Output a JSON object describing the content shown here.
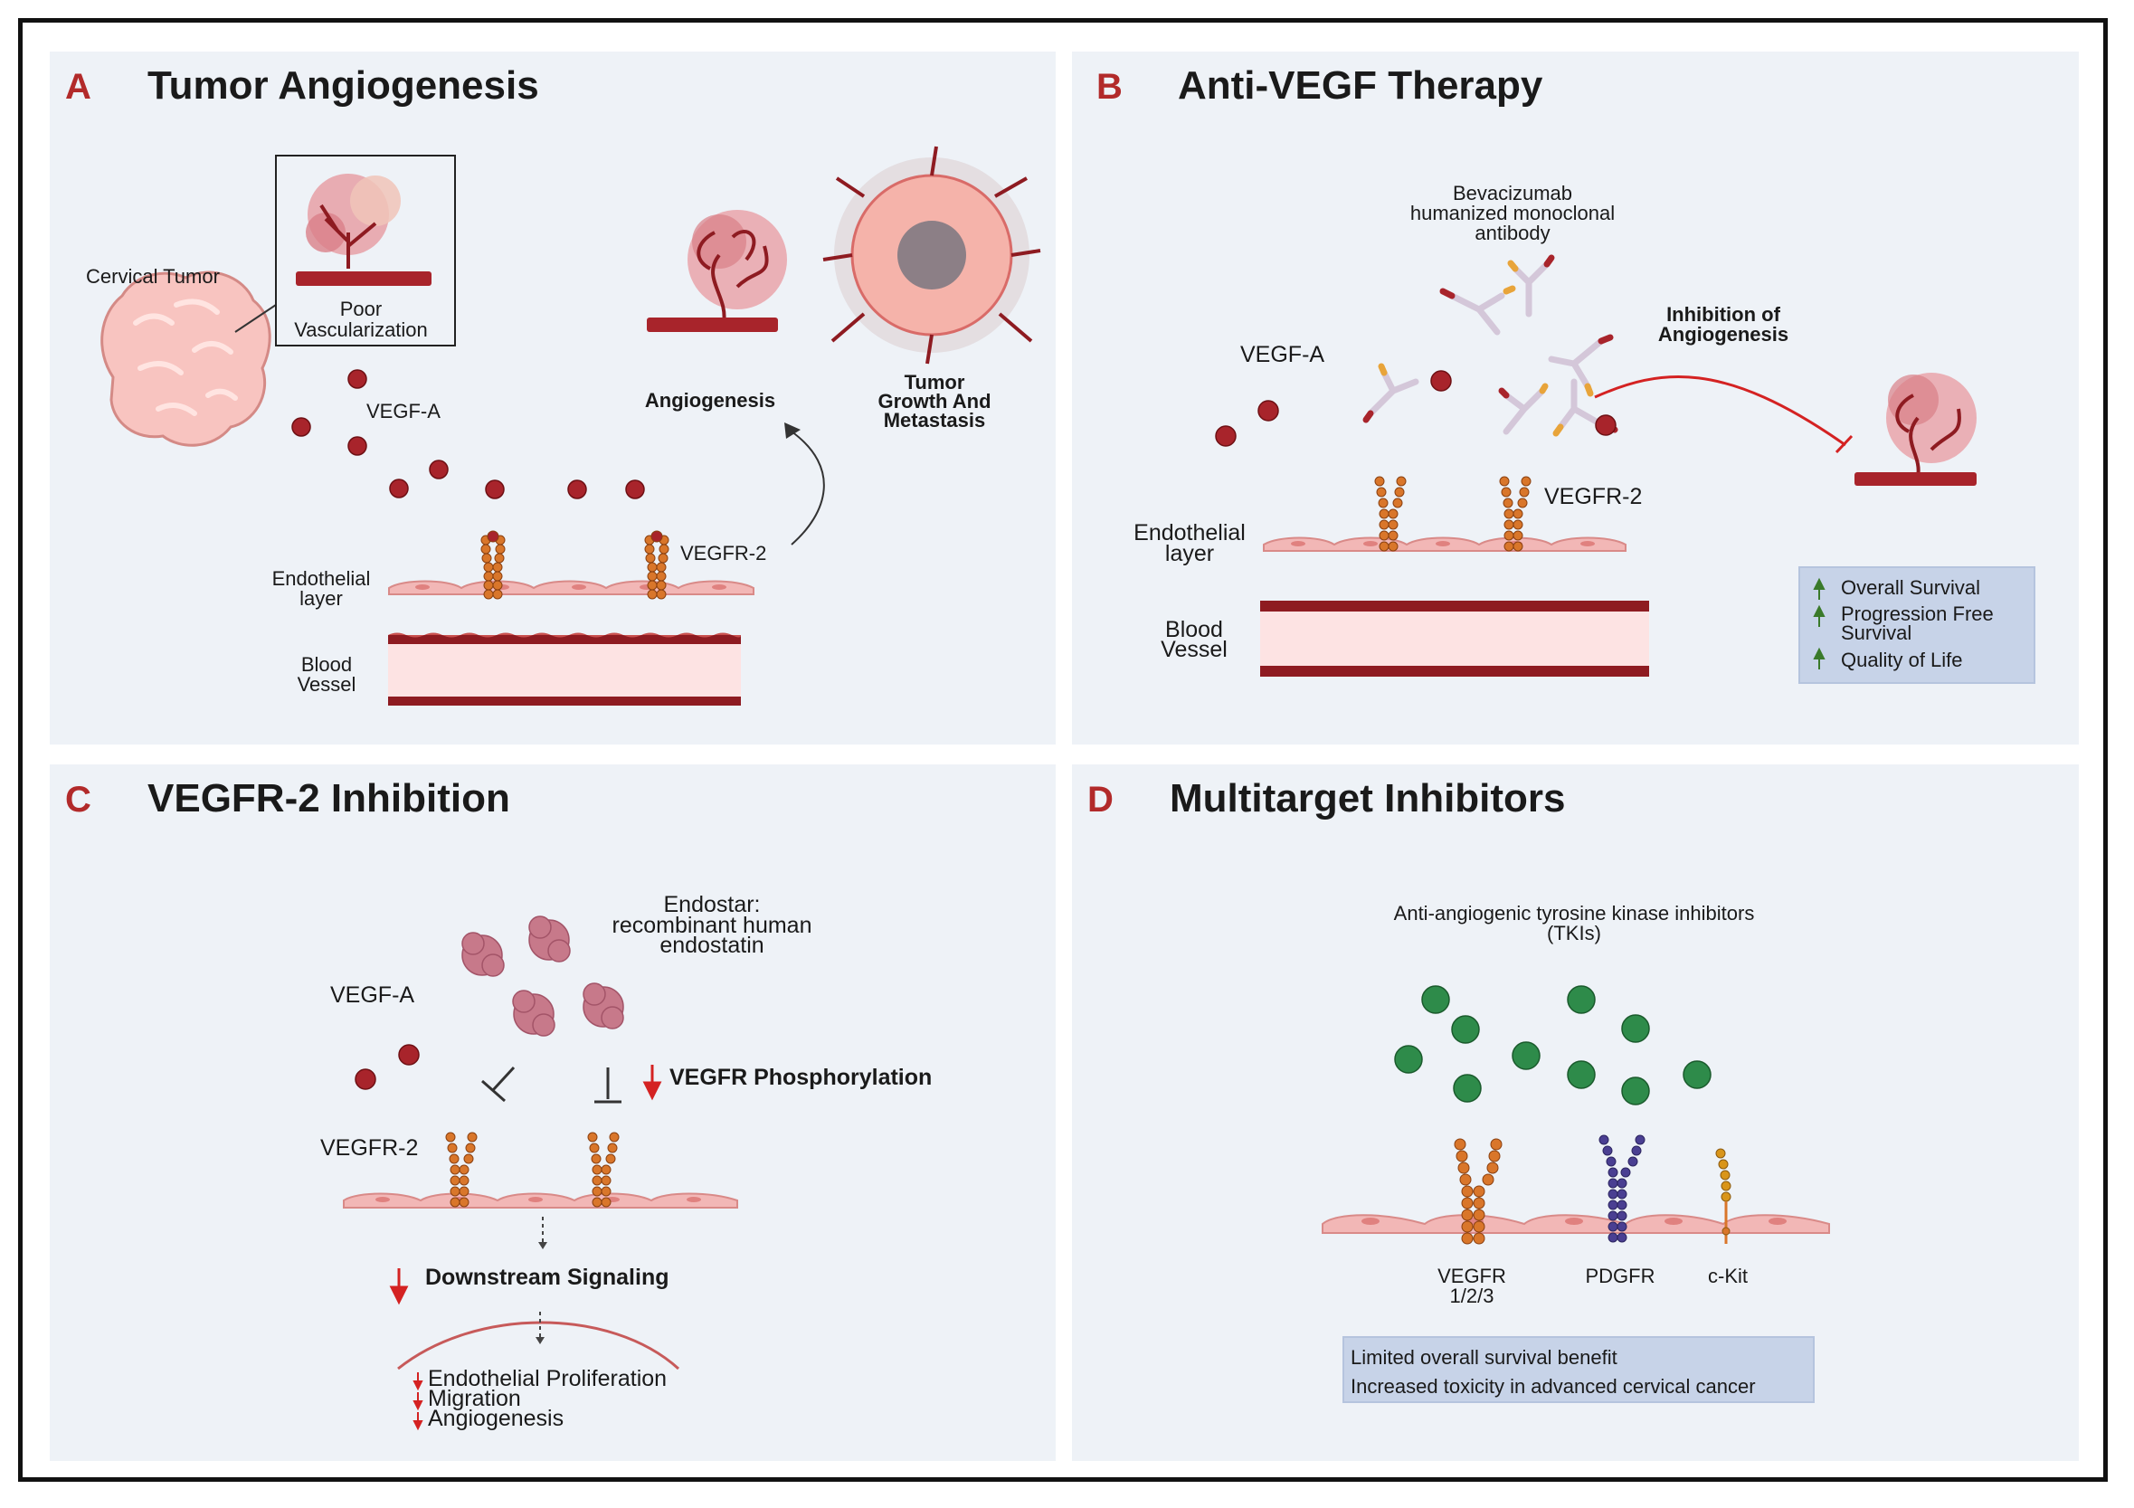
{
  "panels": {
    "a": {
      "letter": "A",
      "title": "Tumor Angiogenesis",
      "cervical_tumor": "Cervical Tumor",
      "poor_vasc_line1": "Poor",
      "poor_vasc_line2": "Vascularization",
      "vegf_a": "VEGF-A",
      "angiogenesis": "Angiogenesis",
      "tumor_growth_line1": "Tumor",
      "tumor_growth_line2": "Growth And",
      "tumor_growth_line3": "Metastasis",
      "vegfr2": "VEGFR-2",
      "endothelial_line1": "Endothelial",
      "endothelial_line2": "layer",
      "blood_line1": "Blood",
      "blood_line2": "Vessel"
    },
    "b": {
      "letter": "B",
      "title": "Anti-VEGF Therapy",
      "antibody_line1": "Bevacizumab",
      "antibody_line2": "humanized monoclonal",
      "antibody_line3": "antibody",
      "inhibition_line1": "Inhibition of",
      "inhibition_line2": "Angiogenesis",
      "vegf_a": "VEGF-A",
      "vegfr2": "VEGFR-2",
      "endothelial_line1": "Endothelial",
      "endothelial_line2": "layer",
      "blood_line1": "Blood",
      "blood_line2": "Vessel",
      "outcomes": [
        "Overall Survival",
        "Progression Free",
        "Survival",
        "Quality of Life"
      ]
    },
    "c": {
      "letter": "C",
      "title": "VEGFR-2 Inhibition",
      "endostar_line1": "Endostar:",
      "endostar_line2": "recombinant human",
      "endostar_line3": "endostatin",
      "vegf_a": "VEGF-A",
      "vegfr2": "VEGFR-2",
      "phosphorylation": "VEGFR Phosphorylation",
      "downstream": "Downstream Signaling",
      "effects": [
        "Endothelial Proliferation",
        "Migration",
        "Angiogenesis"
      ]
    },
    "d": {
      "letter": "D",
      "title": "Multitarget Inhibitors",
      "tki_line1": "Anti-angiogenic tyrosine kinase inhibitors",
      "tki_line2": "(TKIs)",
      "vegfr_line1": "VEGFR",
      "vegfr_line2": "1/2/3",
      "pdgfr": "PDGFR",
      "ckit": "c-Kit",
      "notes": [
        "Limited overall survival benefit",
        "Increased toxicity in advanced cervical cancer"
      ]
    }
  },
  "colors": {
    "panel_bg": "#eef2f7",
    "letter_red": "#b22a2a",
    "vessel_dark": "#8e1b21",
    "vessel_light": "#fde3e3",
    "cell_pink": "#f2b7b6",
    "receptor_orange": "#d9762a",
    "pdgfr_purple": "#4a3f92",
    "ckit_gold": "#d9951a",
    "tki_green": "#2e8b4a",
    "arrow_red": "#d42222",
    "up_green": "#3a7a2a",
    "box_blue": "#c7d3e8"
  },
  "icons": [
    "tumor-icon",
    "vessel-icon",
    "receptor-icon",
    "antibody-icon",
    "endostatin-icon",
    "inhibition-bar-icon",
    "down-arrow-icon",
    "up-arrow-icon"
  ]
}
